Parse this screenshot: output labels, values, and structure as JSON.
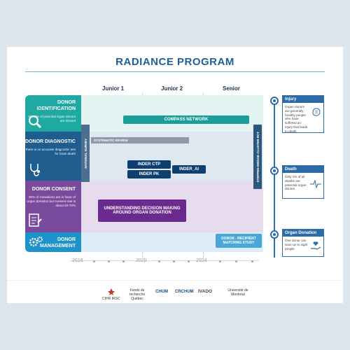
{
  "title": "RADIANCE PROGRAM",
  "phases": [
    "Junior 1",
    "Junior 2",
    "Senior"
  ],
  "rows": [
    {
      "label": "DONOR IDENTIFICATION",
      "desc": "30-50% of potential organ donors are missed",
      "color": "#1fa9a2",
      "icon": "magnifier-icon"
    },
    {
      "label": "DONOR DIAGNOSTIC",
      "desc": "there is no accurate diagnostic test for brain death",
      "color": "#1e5d8e",
      "icon": "stethoscope-icon"
    },
    {
      "label": "DONOR CONSENT",
      "desc": "90% of Canadians are in favor of organ donation but consent rate is about 60-70%",
      "color": "#7a4a9c",
      "icon": "document-icon"
    },
    {
      "label": "DONOR MANAGEMENT",
      "desc": "",
      "color": "#1e93c9",
      "icon": "gears-icon"
    }
  ],
  "bars": {
    "compass": "COMPASS NETWORK",
    "national_survey": "NATIONAL SURVEY",
    "systematic_review": "SYSTEMATIC REVIEW",
    "inder_ctp": "INDER CTP",
    "inder_pk": "INDER PK",
    "inder_ai": "INDER_AI",
    "stepped_wedge": "STEPPED-WEDGE CLUSTER RCT",
    "understanding": "UNDERSTANDING DECISION MAKING AROUND ORGAN DONATION",
    "donor_recipient": "DONOR - RECIPIENT MATCHING STUDY"
  },
  "years": [
    "2016",
    "2020",
    "2024"
  ],
  "side": [
    {
      "title": "Injury",
      "body": "Organ donors are generally healthy people who have suffered an injury that leads to death",
      "icon": "brain-icon"
    },
    {
      "title": "Death",
      "body": "Only 1% of all deaths are potential organ donors",
      "icon": "ecg-icon"
    },
    {
      "title": "Organ Donation",
      "body": "One donor can save up to eight people",
      "icon": "heart-hand-icon"
    }
  ],
  "logos": [
    "CIHR IRSC",
    "Fonds de recherche Québec",
    "CHUM",
    "CRCHUM",
    "IVADO",
    "Université de Montréal"
  ],
  "colors": {
    "accent": "#1f5f97",
    "teal": "#1fa9a2",
    "navy": "#1e5d8e",
    "purple": "#7a4a9c",
    "blue": "#1e93c9"
  }
}
